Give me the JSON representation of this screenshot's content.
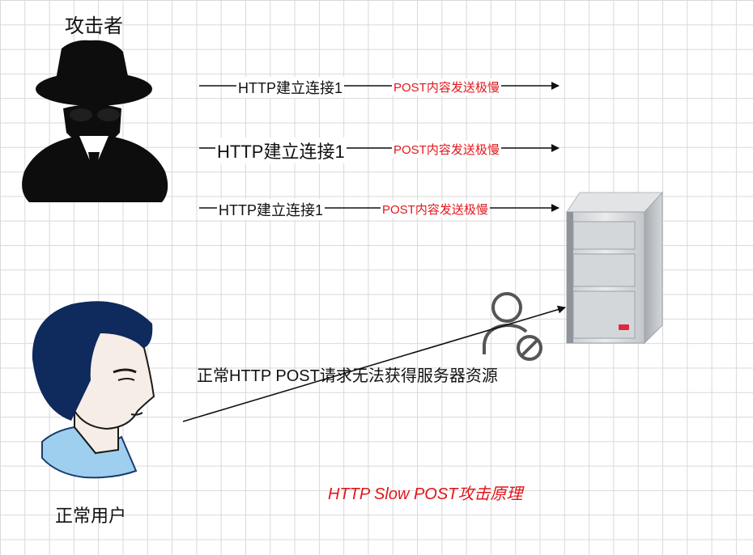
{
  "attacker": {
    "label": "攻击者"
  },
  "normal_user": {
    "label": "正常用户"
  },
  "connections": [
    {
      "http_label": "HTTP建立连接1",
      "post_label": "POST内容发送极慢"
    },
    {
      "http_label": "HTTP建立连接1",
      "post_label": "POST内容发送极慢"
    },
    {
      "http_label": "HTTP建立连接1",
      "post_label": "POST内容发送极慢"
    }
  ],
  "normal_request": {
    "label": "正常HTTP POST请求无法获得服务器资源"
  },
  "caption": "HTTP Slow POST攻击原理",
  "colors": {
    "annotation": "#e0161b",
    "line": "#111111",
    "grid": "#d9d9d9"
  },
  "icons": [
    "spy-icon",
    "user-icon",
    "server-icon",
    "user-blocked-icon"
  ]
}
